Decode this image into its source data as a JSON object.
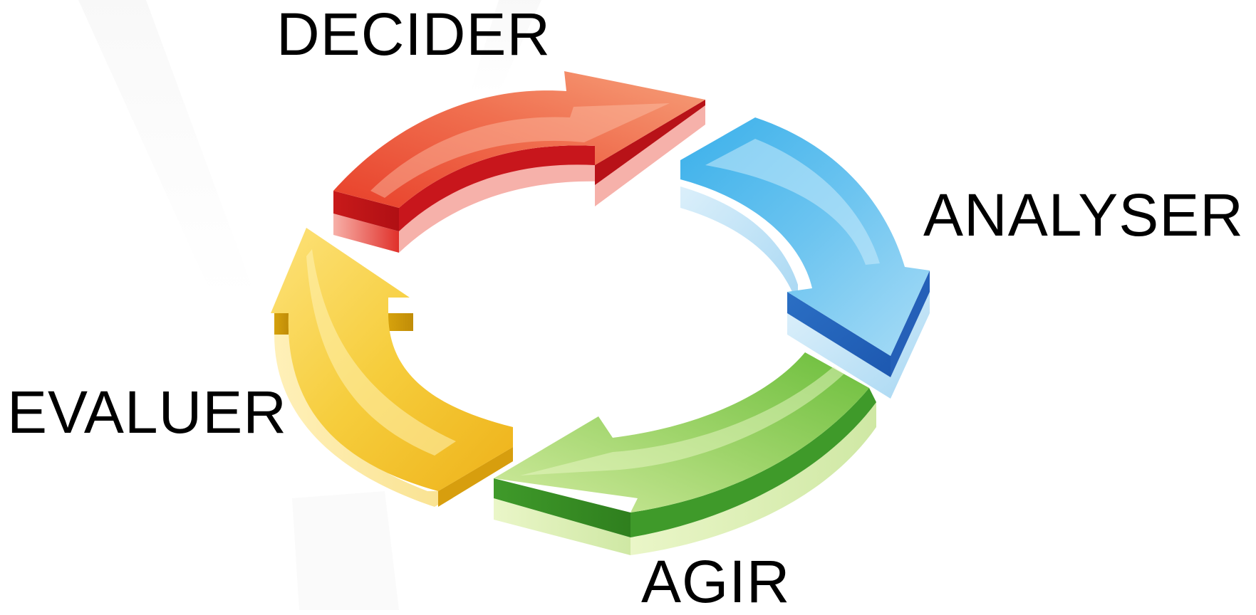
{
  "steps": [
    {
      "id": "decider",
      "label": "DECIDER",
      "color": "#e8402a"
    },
    {
      "id": "analyser",
      "label": "ANALYSER",
      "color": "#1aa3e0"
    },
    {
      "id": "agir",
      "label": "AGIR",
      "color": "#6cbe3c"
    },
    {
      "id": "evaluer",
      "label": "EVALUER",
      "color": "#f1c232"
    }
  ]
}
